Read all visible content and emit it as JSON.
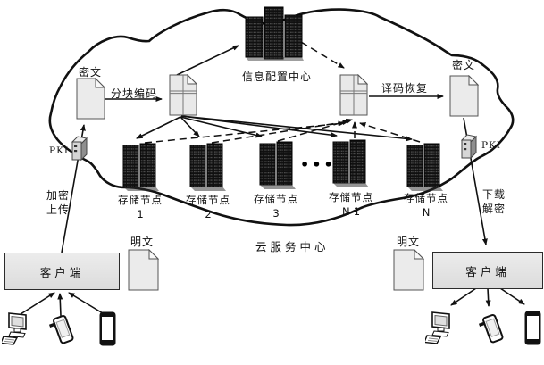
{
  "diagram": {
    "cloud_title": "云服务中心",
    "config_center": {
      "label": "信息配置中心"
    },
    "storage_nodes": {
      "items": [
        {
          "name": "存储节点",
          "num": "1"
        },
        {
          "name": "存储节点",
          "num": "2"
        },
        {
          "name": "存储节点",
          "num": "3"
        },
        {
          "name": "存储节点",
          "num": "N-1"
        },
        {
          "name": "存储节点",
          "num": "N"
        }
      ],
      "ellipsis": "•••"
    },
    "upload_flow": {
      "ciphertext_label": "密文",
      "encode_label": "分块编码",
      "pki_label": "PKI",
      "action_lines": [
        "加密",
        "上传"
      ],
      "plaintext_label": "明文",
      "client_label": "客户端"
    },
    "download_flow": {
      "ciphertext_label": "密文",
      "decode_label": "译码恢复",
      "pki_label": "PKI",
      "action_lines": [
        "下载",
        "解密"
      ],
      "plaintext_label": "明文",
      "client_label": "客户端"
    },
    "colors": {
      "line": "#161616",
      "doc_fill": "#ebebeb",
      "box_fill": "#e4e4e4",
      "rack_dark": "#141414"
    }
  }
}
